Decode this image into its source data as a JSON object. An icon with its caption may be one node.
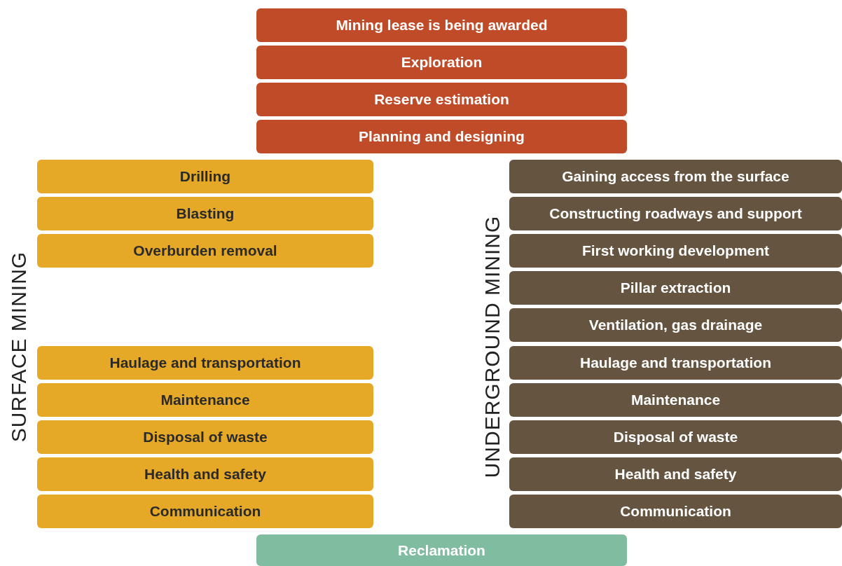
{
  "diagram": {
    "nodes": [
      {
        "text": [
          "Mining lease is being awarded"
        ]
      },
      {
        "text": [
          "Exploration"
        ]
      },
      {
        "text": [
          "Reserve estimation"
        ]
      },
      {
        "text": [
          "Planning and designing"
        ]
      },
      {
        "text": [
          "Drilling"
        ]
      },
      {
        "text": [
          "Blasting"
        ]
      },
      {
        "text": [
          "Overburden removal"
        ]
      },
      {
        "text": [
          "Gaining access from the surface"
        ]
      },
      {
        "text": [
          "Constructing roadways and support"
        ]
      },
      {
        "text": [
          "First working development"
        ]
      },
      {
        "text": [
          "Pillar extraction"
        ]
      },
      {
        "text": [
          "Ventilation, gas drainage"
        ]
      },
      {
        "text": [
          "Haulage and transportation"
        ]
      },
      {
        "text": [
          "Haulage and transportation"
        ]
      },
      {
        "text": [
          "Maintenance"
        ]
      },
      {
        "text": [
          "Maintenance"
        ]
      },
      {
        "text": [
          "Disposal of waste"
        ]
      },
      {
        "text": [
          "Disposal of waste"
        ]
      },
      {
        "text": [
          "Health and safety"
        ]
      },
      {
        "text": [
          "Health and safety"
        ]
      },
      {
        "text": [
          "Communication"
        ]
      },
      {
        "text": [
          "Communication"
        ]
      },
      {
        "text": [
          "Reclamation"
        ]
      }
    ],
    "labels": [
      "SURFACE MINING",
      "UNDERGROUND MINING"
    ]
  }
}
